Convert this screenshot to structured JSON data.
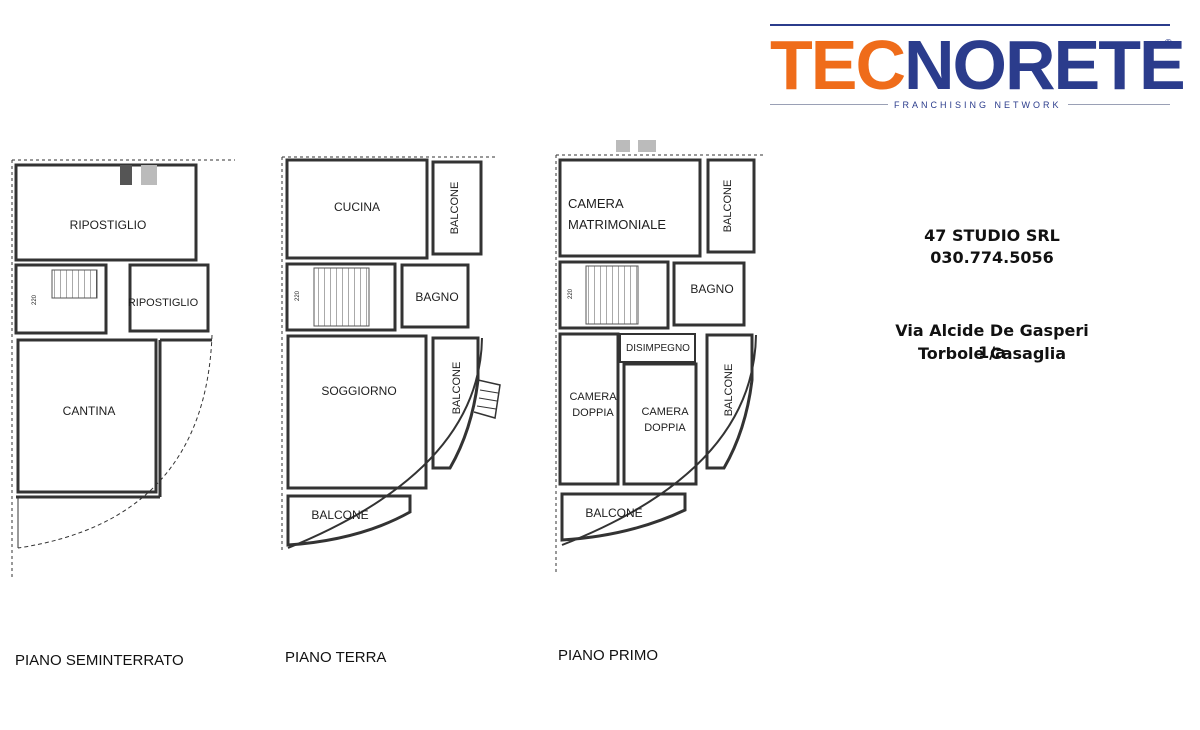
{
  "logo": {
    "word_part1": "TEC",
    "word_part2": "NORETE",
    "registered": "®",
    "tagline": "FRANCHISING NETWORK",
    "colors": {
      "orange": "#ef6c1a",
      "blue": "#2b3c8c"
    }
  },
  "agency": {
    "name": "47 STUDIO SRL",
    "phone": "030.774.5056",
    "address_line1": "Via Alcide De Gasperi 1/a",
    "address_line2": "Torbole Casaglia"
  },
  "floors": {
    "seminterrato": {
      "label": "PIANO SEMINTERRATO",
      "rooms": {
        "ripostiglio_1": "RIPOSTIGLIO",
        "ripostiglio_2": "RIPOSTIGLIO",
        "cantina": "CANTINA"
      },
      "dimension": "220"
    },
    "terra": {
      "label": "PIANO TERRA",
      "rooms": {
        "cucina": "CUCINA",
        "bagno": "BAGNO",
        "soggiorno": "SOGGIORNO",
        "balcone_1": "BALCONE",
        "balcone_2": "BALCONE",
        "balcone_3": "BALCONE"
      },
      "dimension": "220"
    },
    "primo": {
      "label": "PIANO PRIMO",
      "rooms": {
        "camera_matrimoniale_1": "CAMERA",
        "camera_matrimoniale_2": "MATRIMONIALE",
        "bagno": "BAGNO",
        "disimpegno": "DISIMPEGNO",
        "camera_doppia_a1": "CAMERA",
        "camera_doppia_a2": "DOPPIA",
        "camera_doppia_b1": "CAMERA",
        "camera_doppia_b2": "DOPPIA",
        "balcone_1": "BALCONE",
        "balcone_2": "BALCONE",
        "balcone_3": "BALCONE"
      },
      "dimension": "220"
    }
  }
}
